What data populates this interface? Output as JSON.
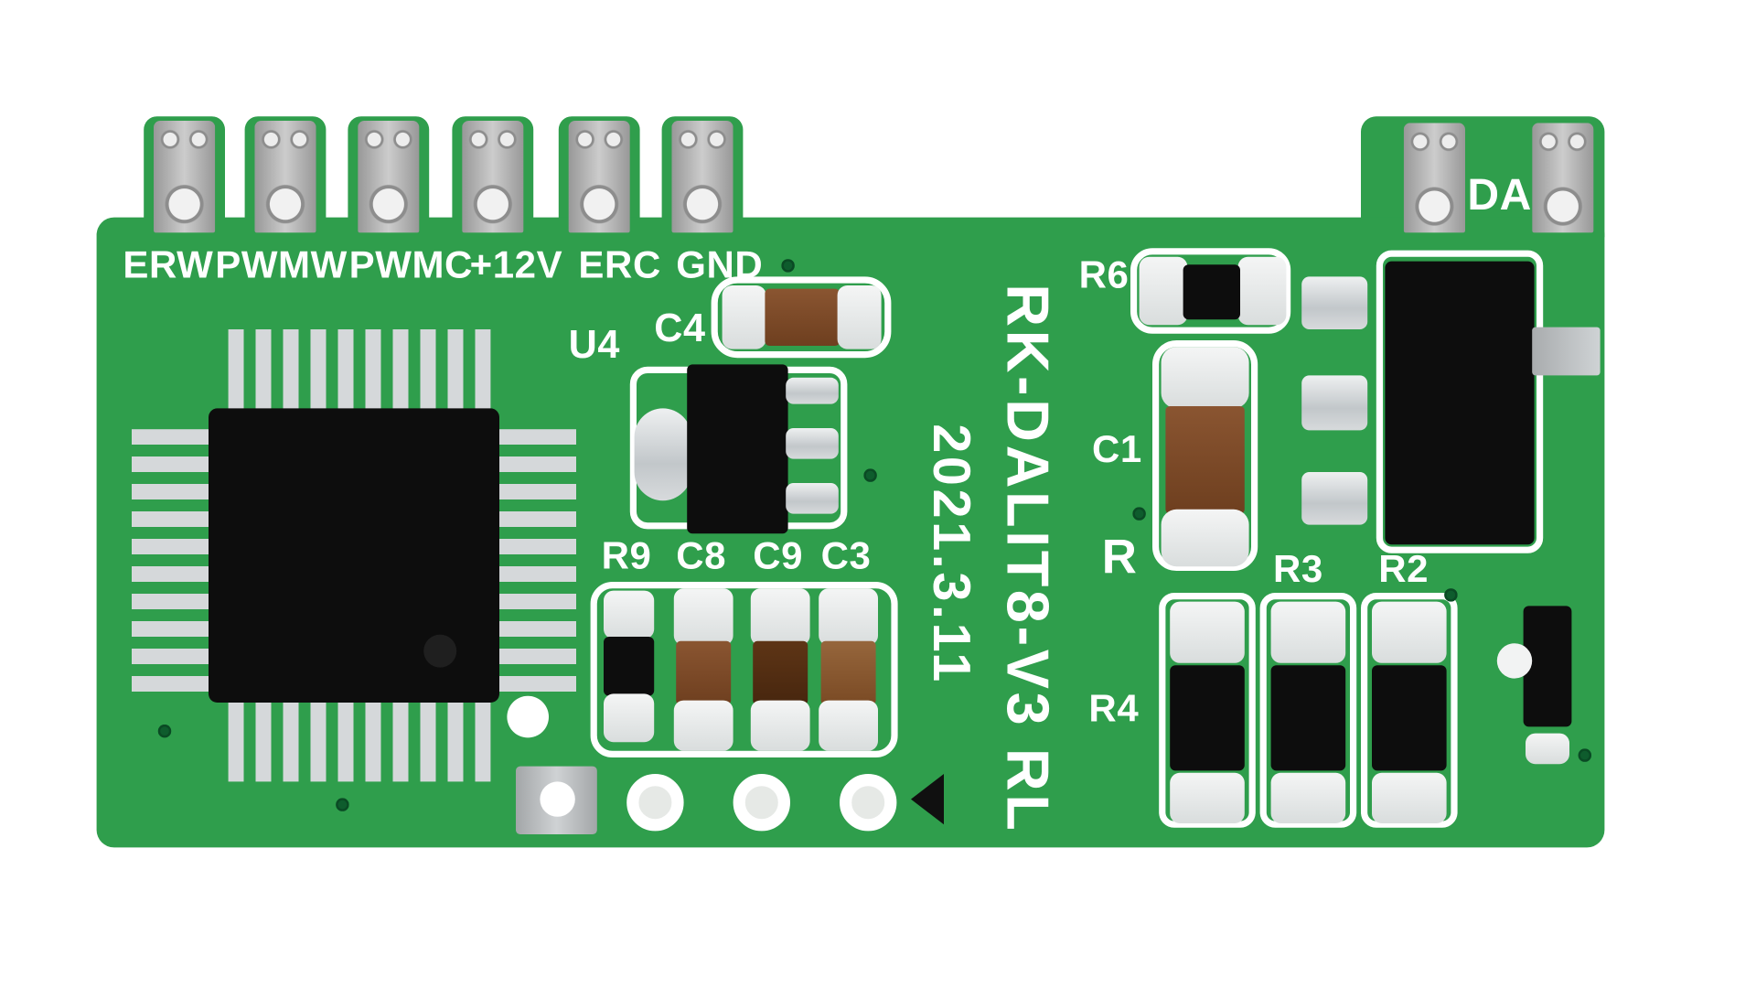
{
  "board": {
    "model_text": "RK-DALIT8-V3 RL",
    "date_text": "2021.3.11",
    "da_label": "DA",
    "connector_labels": [
      "ERW",
      "PWMW",
      "PWMC",
      "+12V",
      "ERC",
      "GND"
    ],
    "labels": {
      "u4": "U4",
      "c4": "C4",
      "r9": "R9",
      "c8": "C8",
      "c9": "C9",
      "c3": "C3",
      "r6": "R6",
      "c1": "C1",
      "r": "R",
      "r3": "R3",
      "r2": "R2",
      "r4": "R4"
    },
    "colors": {
      "pcb_green": "#2f9e4c",
      "silkscreen": "#ffffff",
      "pad_gray": "#a8a8a8",
      "component_black": "#0d0d0d",
      "capacitor_brown": "#7a4a2b",
      "solder_silver": "#d7dadc"
    }
  }
}
